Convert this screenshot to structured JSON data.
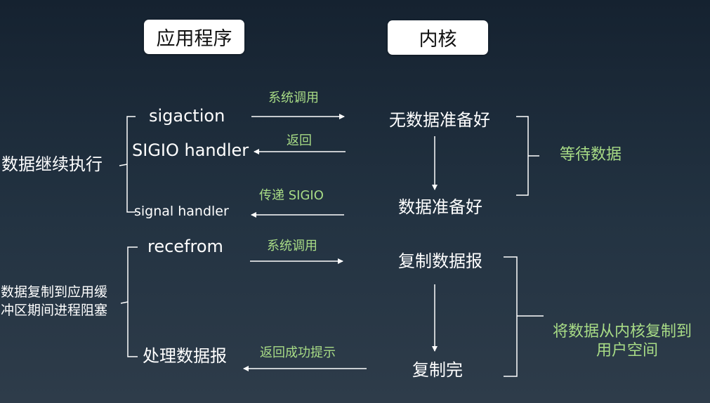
{
  "headers": {
    "app": "应用程序",
    "kernel": "内核"
  },
  "part1": {
    "left_group": "数据继续执行",
    "app_steps": [
      "sigaction",
      "SIGIO handler",
      "signal handler"
    ],
    "arrow_labels": [
      "系统调用",
      "返回",
      "传递 SIGIO"
    ],
    "kernel_states": [
      "无数据准备好",
      "数据准备好"
    ],
    "right_group": "等待数据"
  },
  "part2": {
    "left_group": [
      "数据复制到应用缓",
      "冲区期间进程阻塞"
    ],
    "app_steps": [
      "recefrom",
      "处理数据报"
    ],
    "arrow_labels": [
      "系统调用",
      "返回成功提示"
    ],
    "kernel_states": [
      "复制数据报",
      "复制完"
    ],
    "right_group": [
      "将数据从内核复制到",
      "用户空间"
    ]
  },
  "colors": {
    "label_green": "#a8dc86",
    "text_white": "#ffffff",
    "box_bg": "#ffffff"
  }
}
